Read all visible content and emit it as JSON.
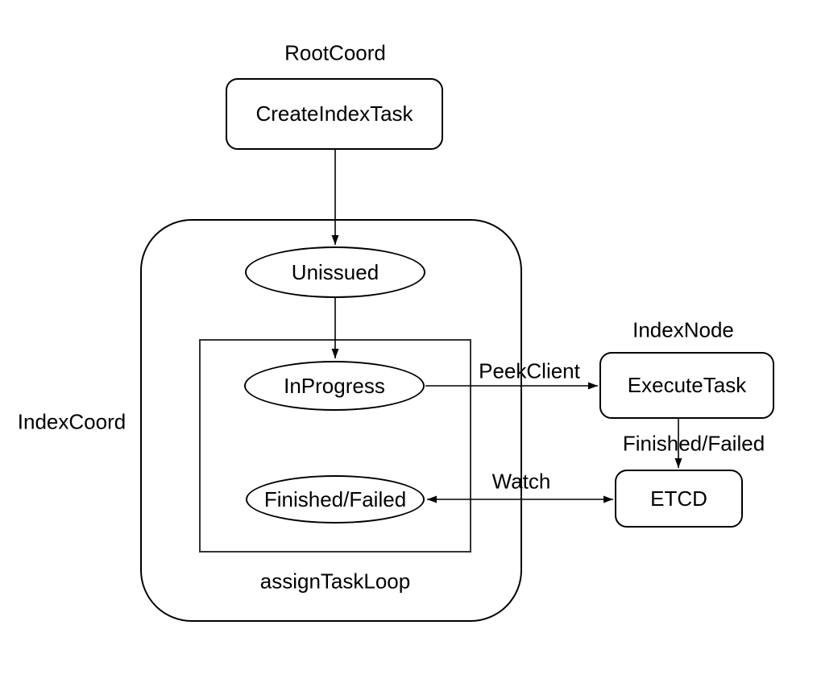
{
  "diagram": {
    "colors": {
      "background": "#ffffff",
      "stroke": "#000000",
      "inner_rect_stroke": "#333333",
      "text": "#000000"
    },
    "group_labels": {
      "root_coord": "RootCoord",
      "index_coord": "IndexCoord",
      "index_node": "IndexNode",
      "assign_task_loop": "assignTaskLoop"
    },
    "nodes": {
      "create_index_task": "CreateIndexTask",
      "unissued": "Unissued",
      "in_progress": "InProgress",
      "finished_failed": "Finished/Failed",
      "execute_task": "ExecuteTask",
      "etcd": "ETCD"
    },
    "edge_labels": {
      "peek_client": "PeekClient",
      "finished_failed": "Finished/Failed",
      "watch": "Watch"
    }
  }
}
